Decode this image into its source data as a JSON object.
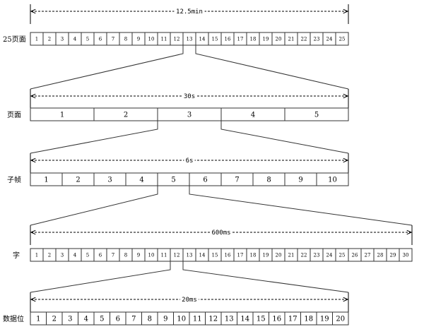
{
  "colors": {
    "stroke": "#333333",
    "cell_fill": "#ffffff",
    "text": "#000000"
  },
  "rows": [
    {
      "label": "25页面",
      "dimension": "12.5min",
      "cells": [
        "1",
        "2",
        "3",
        "4",
        "5",
        "6",
        "7",
        "8",
        "9",
        "10",
        "11",
        "12",
        "13",
        "14",
        "15",
        "16",
        "17",
        "18",
        "19",
        "20",
        "21",
        "22",
        "23",
        "24",
        "25"
      ]
    },
    {
      "label": "页面",
      "dimension": "30s",
      "cells": [
        "1",
        "2",
        "3",
        "4",
        "5"
      ]
    },
    {
      "label": "子帧",
      "dimension": "6s",
      "cells": [
        "1",
        "2",
        "3",
        "4",
        "5",
        "6",
        "7",
        "8",
        "9",
        "10"
      ]
    },
    {
      "label": "字",
      "dimension": "600ms",
      "cells": [
        "1",
        "2",
        "3",
        "4",
        "5",
        "6",
        "7",
        "8",
        "9",
        "10",
        "11",
        "12",
        "13",
        "14",
        "15",
        "16",
        "17",
        "18",
        "19",
        "20",
        "21",
        "22",
        "23",
        "24",
        "25",
        "26",
        "27",
        "28",
        "29",
        "30"
      ]
    },
    {
      "label": "数据位",
      "dimension": "20ms",
      "cells": [
        "1",
        "2",
        "3",
        "4",
        "5",
        "6",
        "7",
        "8",
        "9",
        "10",
        "11",
        "12",
        "13",
        "14",
        "15",
        "16",
        "17",
        "18",
        "19",
        "20"
      ]
    }
  ],
  "expansions": [
    {
      "from_row": 0,
      "cell_index": 12
    },
    {
      "from_row": 1,
      "cell_index": 2
    },
    {
      "from_row": 2,
      "cell_index": 4
    },
    {
      "from_row": 3,
      "cell_index": 11
    }
  ]
}
